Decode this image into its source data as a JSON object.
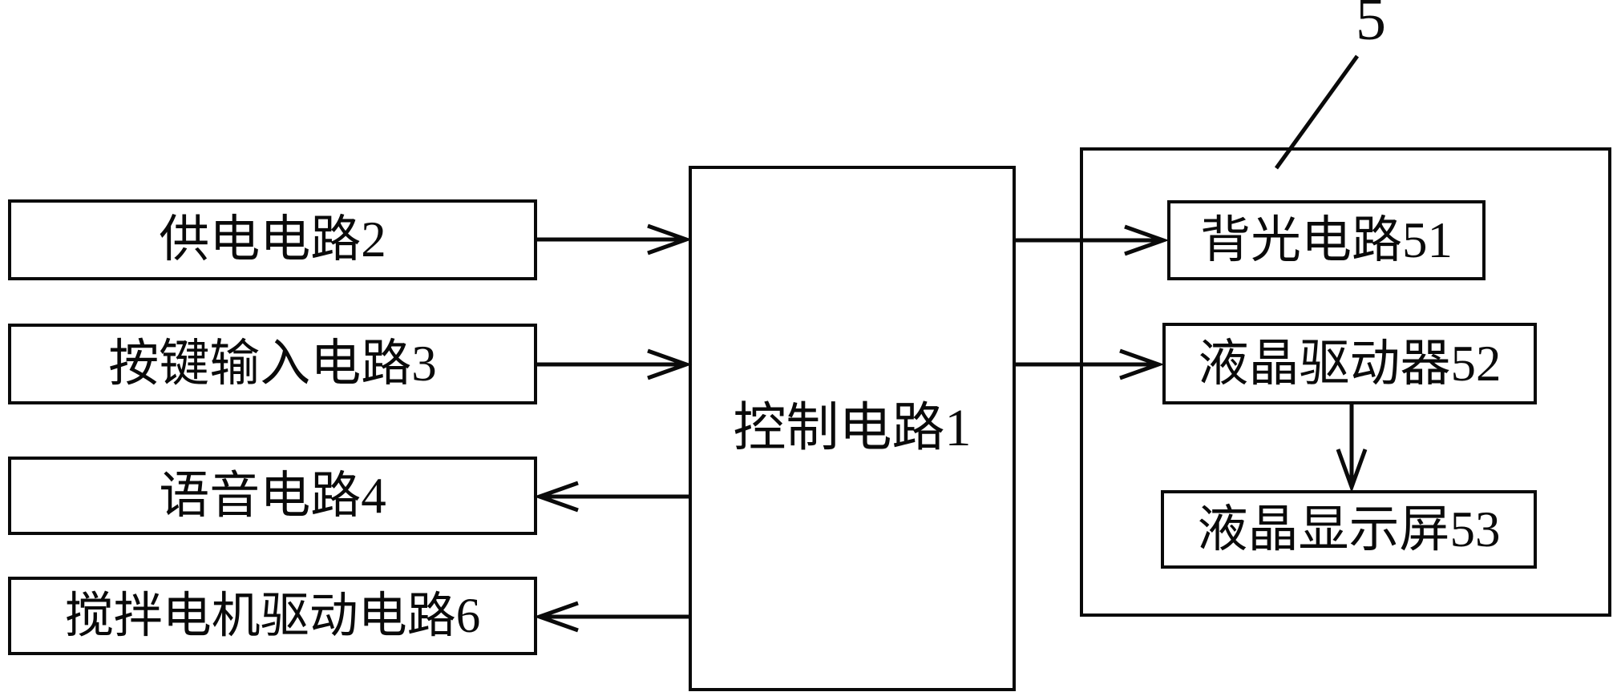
{
  "figure": {
    "type": "block-diagram",
    "group_label": "5",
    "nodes": {
      "power_supply": "供电电路2",
      "key_input": "按键输入电路3",
      "voice": "语音电路4",
      "mixer_motor_drive": "搅拌电机驱动电路6",
      "control": "控制电路1",
      "backlight": "背光电路51",
      "lcd_driver": "液晶驱动器52",
      "lcd_screen": "液晶显示屏53"
    },
    "edges": [
      {
        "from": "供电电路2",
        "to": "控制电路1",
        "direction": "right"
      },
      {
        "from": "按键输入电路3",
        "to": "控制电路1",
        "direction": "right"
      },
      {
        "from": "控制电路1",
        "to": "语音电路4",
        "direction": "left"
      },
      {
        "from": "控制电路1",
        "to": "搅拌电机驱动电路6",
        "direction": "left"
      },
      {
        "from": "控制电路1",
        "to": "背光电路51",
        "direction": "right"
      },
      {
        "from": "控制电路1",
        "to": "液晶驱动器52",
        "direction": "right"
      },
      {
        "from": "液晶驱动器52",
        "to": "液晶显示屏53",
        "direction": "down"
      }
    ],
    "colors": {
      "line": "#0a0a0a",
      "background": "#ffffff"
    }
  }
}
